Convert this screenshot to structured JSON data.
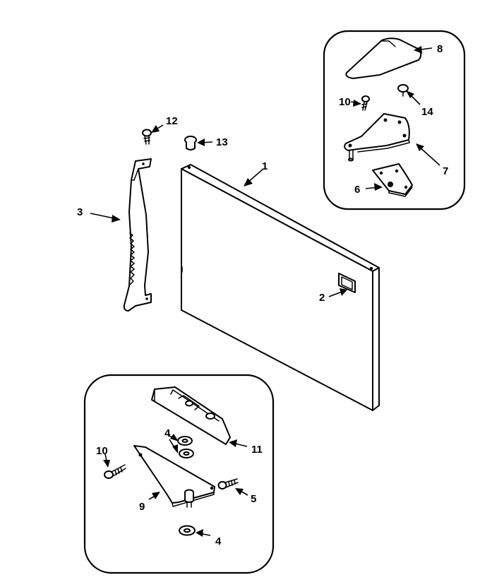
{
  "callouts": {
    "door_panel": "1",
    "nameplate": "2",
    "handle": "3",
    "washer_upper": "4",
    "washer_lower": "4",
    "screw_bottom_hinge": "5",
    "hinge_shim_plate": "6",
    "top_hinge": "7",
    "hinge_cover": "8",
    "bottom_hinge": "9",
    "screw_top_inset": "10",
    "screw_bottom_inset": "10",
    "hinge_block": "11",
    "screw_handle": "12",
    "plug_button": "13",
    "hinge_cover_pin": "14"
  }
}
